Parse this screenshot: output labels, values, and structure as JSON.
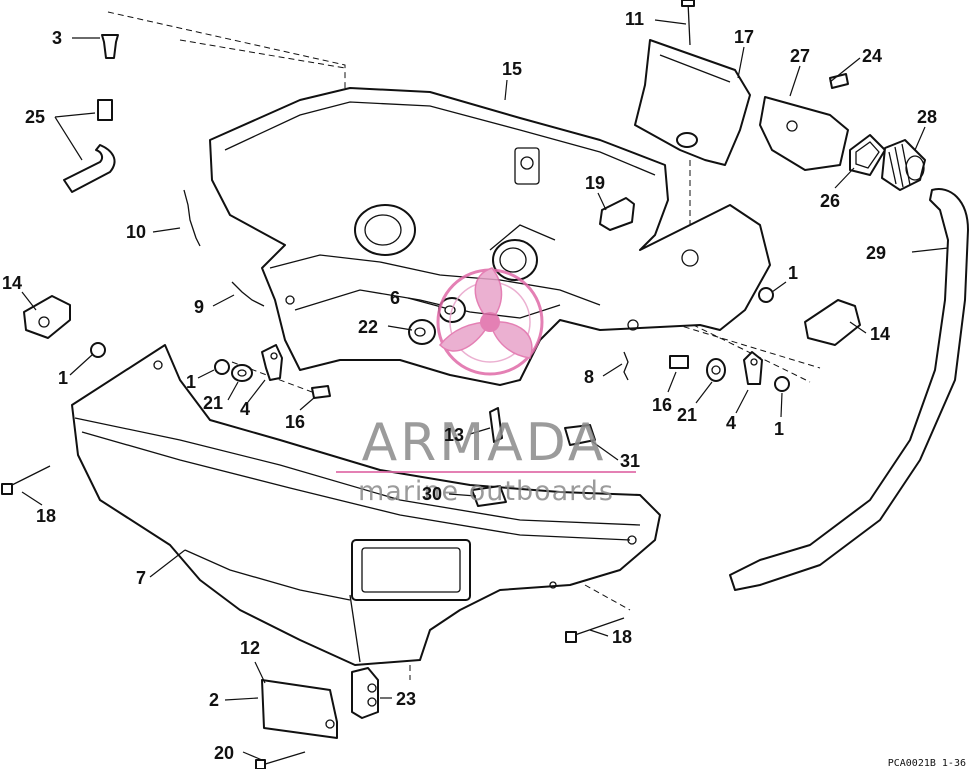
{
  "figure_ref": "PCA0021B  1-36",
  "watermark": {
    "title": "ARMADA",
    "subtitle": "marine outboards",
    "colors": {
      "text": "#8a8a8a",
      "accent": "#e8a3c9",
      "line": "#e06aa8"
    }
  },
  "callouts": [
    "3",
    "25",
    "10",
    "9",
    "14",
    "1",
    "1",
    "21",
    "4",
    "16",
    "18",
    "7",
    "12",
    "2",
    "20",
    "23",
    "15",
    "6",
    "22",
    "11",
    "17",
    "27",
    "24",
    "28",
    "26",
    "19",
    "29",
    "1",
    "14",
    "8",
    "16",
    "21",
    "4",
    "1",
    "13",
    "31",
    "30",
    "18"
  ]
}
